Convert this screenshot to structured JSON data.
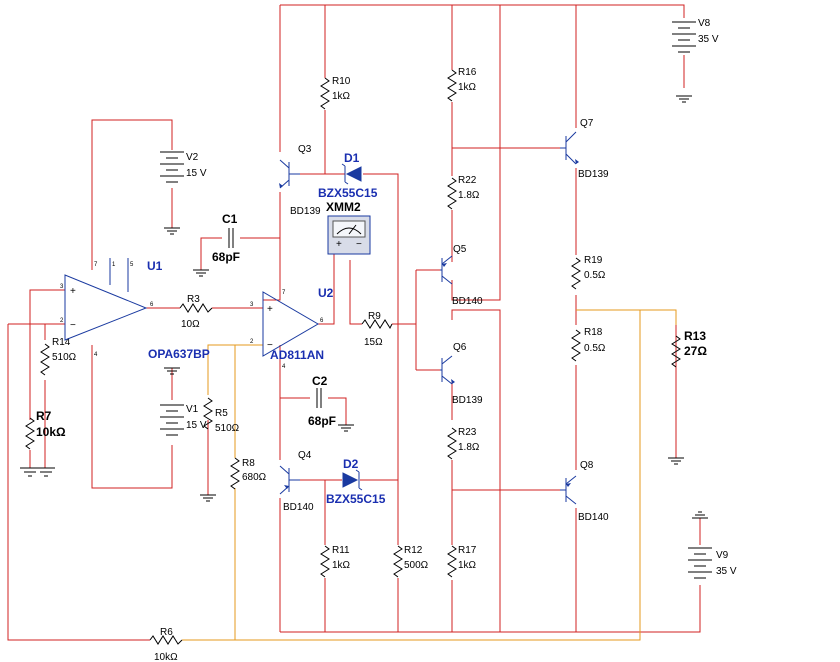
{
  "labels": {
    "R10": "R10",
    "R10v": "1kΩ",
    "R16": "R16",
    "R16v": "1kΩ",
    "V8": "V8",
    "V8v": "35 V",
    "Q3": "Q3",
    "Q3t": "BD139",
    "D1": "D1",
    "D1t": "BZX55C15",
    "Q7": "Q7",
    "Q7t": "BD139",
    "V2": "V2",
    "V2v": "15 V",
    "R22": "R22",
    "R22v": "1.8Ω",
    "C1": "C1",
    "C1v": "68pF",
    "XMM2": "XMM2",
    "U1": "U1",
    "U2": "U2",
    "Q5": "Q5",
    "Q5t": "BD140",
    "R19": "R19",
    "R19v": "0.5Ω",
    "R3": "R3",
    "R3v": "10Ω",
    "R9": "R9",
    "R9v": "15Ω",
    "R13": "R13",
    "R13v": "27Ω",
    "R14": "R14",
    "R14v": "510Ω",
    "R18": "R18",
    "R18v": "0.5Ω",
    "OPA": "OPA637BP",
    "AD": "AD811AN",
    "Q6": "Q6",
    "Q6t": "BD139",
    "C2": "C2",
    "C2v": "68pF",
    "R7": "R7",
    "R7v": "10kΩ",
    "V1": "V1",
    "V1v": "15 V",
    "R5": "R5",
    "R5v": "510Ω",
    "R23": "R23",
    "R23v": "1.8Ω",
    "R8": "R8",
    "R8v": "680Ω",
    "Q4": "Q4",
    "Q4t": "BD140",
    "D2": "D2",
    "D2t": "BZX55C15",
    "Q8": "Q8",
    "Q8t": "BD140",
    "R11": "R11",
    "R11v": "1kΩ",
    "R12": "R12",
    "R12v": "500Ω",
    "R17": "R17",
    "R17v": "1kΩ",
    "V9": "V9",
    "V9v": "35 V",
    "R6": "R6",
    "R6v": "10kΩ"
  },
  "pins": {
    "u1_7": "7",
    "u1_1": "1",
    "u1_5": "5",
    "u1_3": "3",
    "u1_2": "2",
    "u1_6": "6",
    "u1_4": "4",
    "u2_7": "7",
    "u2_3": "3",
    "u2_2": "2",
    "u2_6": "6",
    "u2_4": "4",
    "plus": "+",
    "minus": "−"
  },
  "colors": {
    "wire": "#d02020",
    "feedback_wire": "#e69a1e",
    "component": "#1a3aa0",
    "designator": "#1a2fb0"
  }
}
